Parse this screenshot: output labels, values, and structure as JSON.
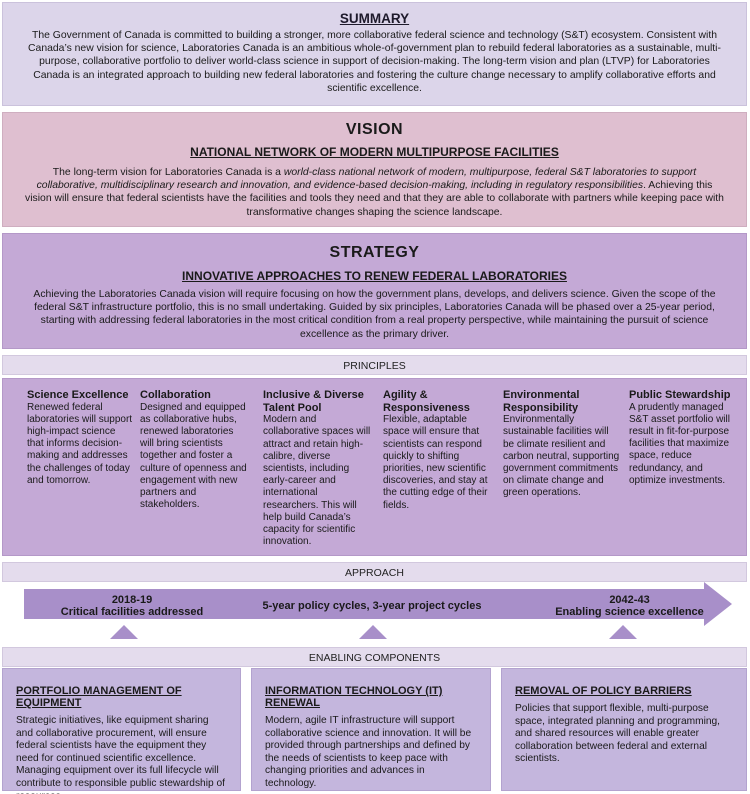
{
  "summary": {
    "title": "SUMMARY",
    "text": "The Government of Canada is committed to building a stronger, more collaborative federal science and technology (S&T) ecosystem. Consistent with Canada’s new vision for science, Laboratories Canada is an ambitious whole-of-government plan to rebuild federal laboratories as a sustainable, multi-purpose, collaborative portfolio to deliver world-class science in support of decision-making. The long-term vision and plan (LTVP) for Laboratories Canada is an integrated approach to building new federal laboratories and fostering the culture change necessary to amplify collaborative efforts and scientific excellence."
  },
  "vision": {
    "title": "VISION",
    "subtitle": "NATIONAL NETWORK OF MODERN MULTIPURPOSE FACILITIES",
    "text_before": "The long-term vision for Laboratories Canada is a ",
    "text_italic": "world-class national network of modern, multipurpose, federal S&T laboratories to support collaborative, multidisciplinary research and innovation, and evidence-based decision-making, including in regulatory responsibilities",
    "text_after": ". Achieving this vision will ensure that federal scientists have the facilities and tools they need and that they are able to collaborate with partners while keeping pace with transformative changes shaping the science landscape."
  },
  "strategy": {
    "title": "STRATEGY",
    "subtitle": "INNOVATIVE APPROACHES TO RENEW FEDERAL LABORATORIES",
    "text": "Achieving the Laboratories Canada vision will require focusing on how the government plans, develops, and delivers science. Given the scope of the federal S&T infrastructure portfolio, this is no small undertaking. Guided by six principles, Laboratories Canada will be phased over a 25-year period, starting with addressing federal laboratories in the most critical condition from a real property perspective, while maintaining the pursuit of science excellence as the primary driver."
  },
  "principles_label": "PRINCIPLES",
  "principles": [
    {
      "title": "Science Excellence",
      "text": "Renewed federal laboratories will support high-impact science that informs decision-making and addresses the challenges of today and tomorrow."
    },
    {
      "title": "Collaboration",
      "text": "Designed and equipped as collaborative hubs, renewed laboratories will bring scientists together and foster a culture of openness and engagement with new partners and stakeholders."
    },
    {
      "title": "Inclusive & Diverse Talent Pool",
      "text": "Modern and collaborative spaces will attract and retain high-calibre, diverse scientists, including early-career and international researchers. This will help build Canada’s capacity for scientific innovation."
    },
    {
      "title": "Agility & Responsiveness",
      "text": "Flexible, adaptable space will ensure that scientists can respond quickly to shifting priorities, new scientific discoveries, and stay at the cutting edge of their fields."
    },
    {
      "title": "Environmental Responsibility",
      "text": "Environmentally sustainable facilities will be climate resilient and carbon neutral, supporting government commitments on climate change and green operations."
    },
    {
      "title": "Public Stewardship",
      "text": "A prudently managed S&T asset portfolio will result in fit-for-purpose facilities that maximize space, reduce redundancy, and optimize investments."
    }
  ],
  "approach_label": "APPROACH",
  "approach": {
    "start_year": "2018-19",
    "start_text": "Critical facilities addressed",
    "middle_text": "5-year policy cycles, 3-year project cycles",
    "end_year": "2042-43",
    "end_text": "Enabling science excellence"
  },
  "enabling_label": "ENABLING COMPONENTS",
  "enabling": [
    {
      "title": "PORTFOLIO MANAGEMENT OF EQUIPMENT",
      "text": "Strategic initiatives, like equipment sharing and collaborative procurement, will ensure federal scientists have the equipment they need for continued scientific excellence. Managing equipment over its full lifecycle will contribute to responsible public stewardship of resources."
    },
    {
      "title": "INFORMATION TECHNOLOGY (IT) RENEWAL",
      "text": "Modern, agile IT infrastructure will support collaborative science and innovation. It will be provided through partnerships and defined by the needs of scientists to keep pace with changing priorities and advances in technology."
    },
    {
      "title": "REMOVAL OF POLICY BARRIERS",
      "text": "Policies that support flexible, multi-purpose space, integrated planning and programming, and shared resources will enable greater collaboration between federal and external scientists."
    }
  ],
  "colors": {
    "summary_bg": "#dcd5ea",
    "vision_bg": "#dfbfd0",
    "strategy_bg": "#c4a9d6",
    "arrow": "#a88fc9",
    "enabling_bg": "#c4b6dd"
  }
}
